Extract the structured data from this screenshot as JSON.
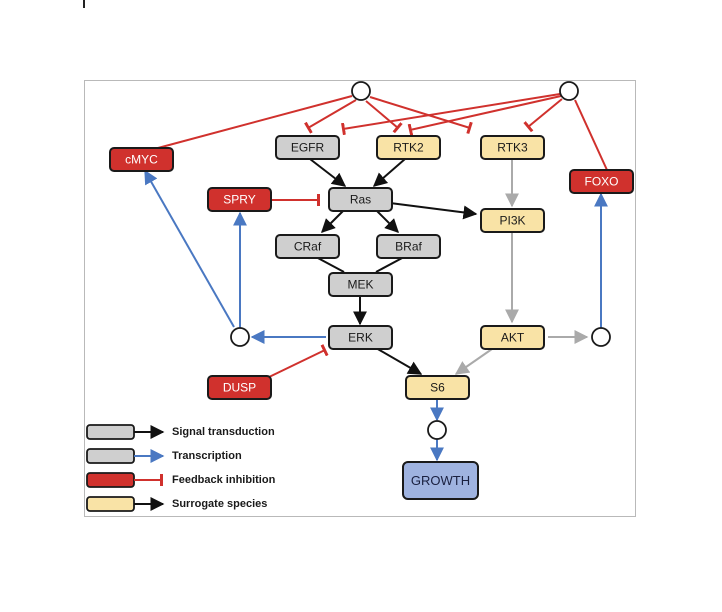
{
  "nodes": {
    "egfr": "EGFR",
    "rtk2": "RTK2",
    "rtk3": "RTK3",
    "cmyc": "cMYC",
    "foxo": "FOXO",
    "spry": "SPRY",
    "ras": "Ras",
    "pi3k": "PI3K",
    "craf": "CRaf",
    "braf": "BRaf",
    "mek": "MEK",
    "erk": "ERK",
    "akt": "AKT",
    "dusp": "DUSP",
    "s6": "S6",
    "growth": "GROWTH"
  },
  "legend": [
    {
      "label": "Signal transduction",
      "box_color": "#cfcfcf",
      "arrow": "black"
    },
    {
      "label": "Transcription",
      "box_color": "#cfcfcf",
      "arrow": "blue"
    },
    {
      "label": "Feedback inhibition",
      "box_color": "#d0312d",
      "arrow": "red-inhibit"
    },
    {
      "label": "Surrogate species",
      "box_color": "#f9e3a6",
      "arrow": "black"
    }
  ],
  "colors": {
    "signal": "#111111",
    "surrogate_edge": "#aaaaaa",
    "transcription": "#4a78c2",
    "feedback": "#d0312d",
    "gray_node": "#cfcfcf",
    "yellow_node": "#f9e3a6",
    "red_node": "#d0312d",
    "growth_node": "#9fb3e0"
  }
}
